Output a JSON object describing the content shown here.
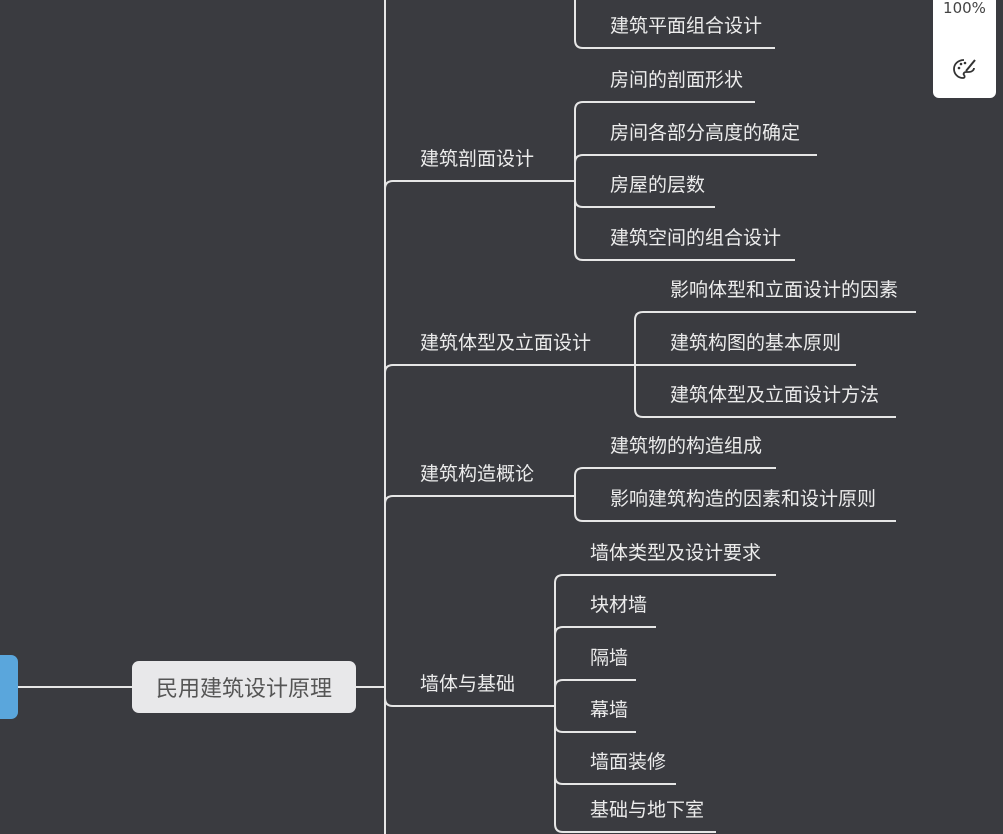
{
  "root_label": "民用建筑设计原理",
  "zoom_level": "100%",
  "branches": [
    {
      "label": "",
      "children": [
        "建筑平面组合设计"
      ]
    },
    {
      "label": "建筑剖面设计",
      "children": [
        "房间的剖面形状",
        "房间各部分高度的确定",
        "房屋的层数",
        "建筑空间的组合设计"
      ]
    },
    {
      "label": "建筑体型及立面设计",
      "children": [
        "影响体型和立面设计的因素",
        "建筑构图的基本原则",
        "建筑体型及立面设计方法"
      ]
    },
    {
      "label": "建筑构造概论",
      "children": [
        "建筑物的构造组成",
        "影响建筑构造的因素和设计原则"
      ]
    },
    {
      "label": "墙体与基础",
      "children": [
        "墙体类型及设计要求",
        "块材墙",
        "隔墙",
        "幕墙",
        "墙面装修",
        "基础与地下室"
      ]
    }
  ],
  "colors": {
    "background": "#3a3b40",
    "line": "#e6e6e6",
    "center_node": "#5aa6dc"
  }
}
